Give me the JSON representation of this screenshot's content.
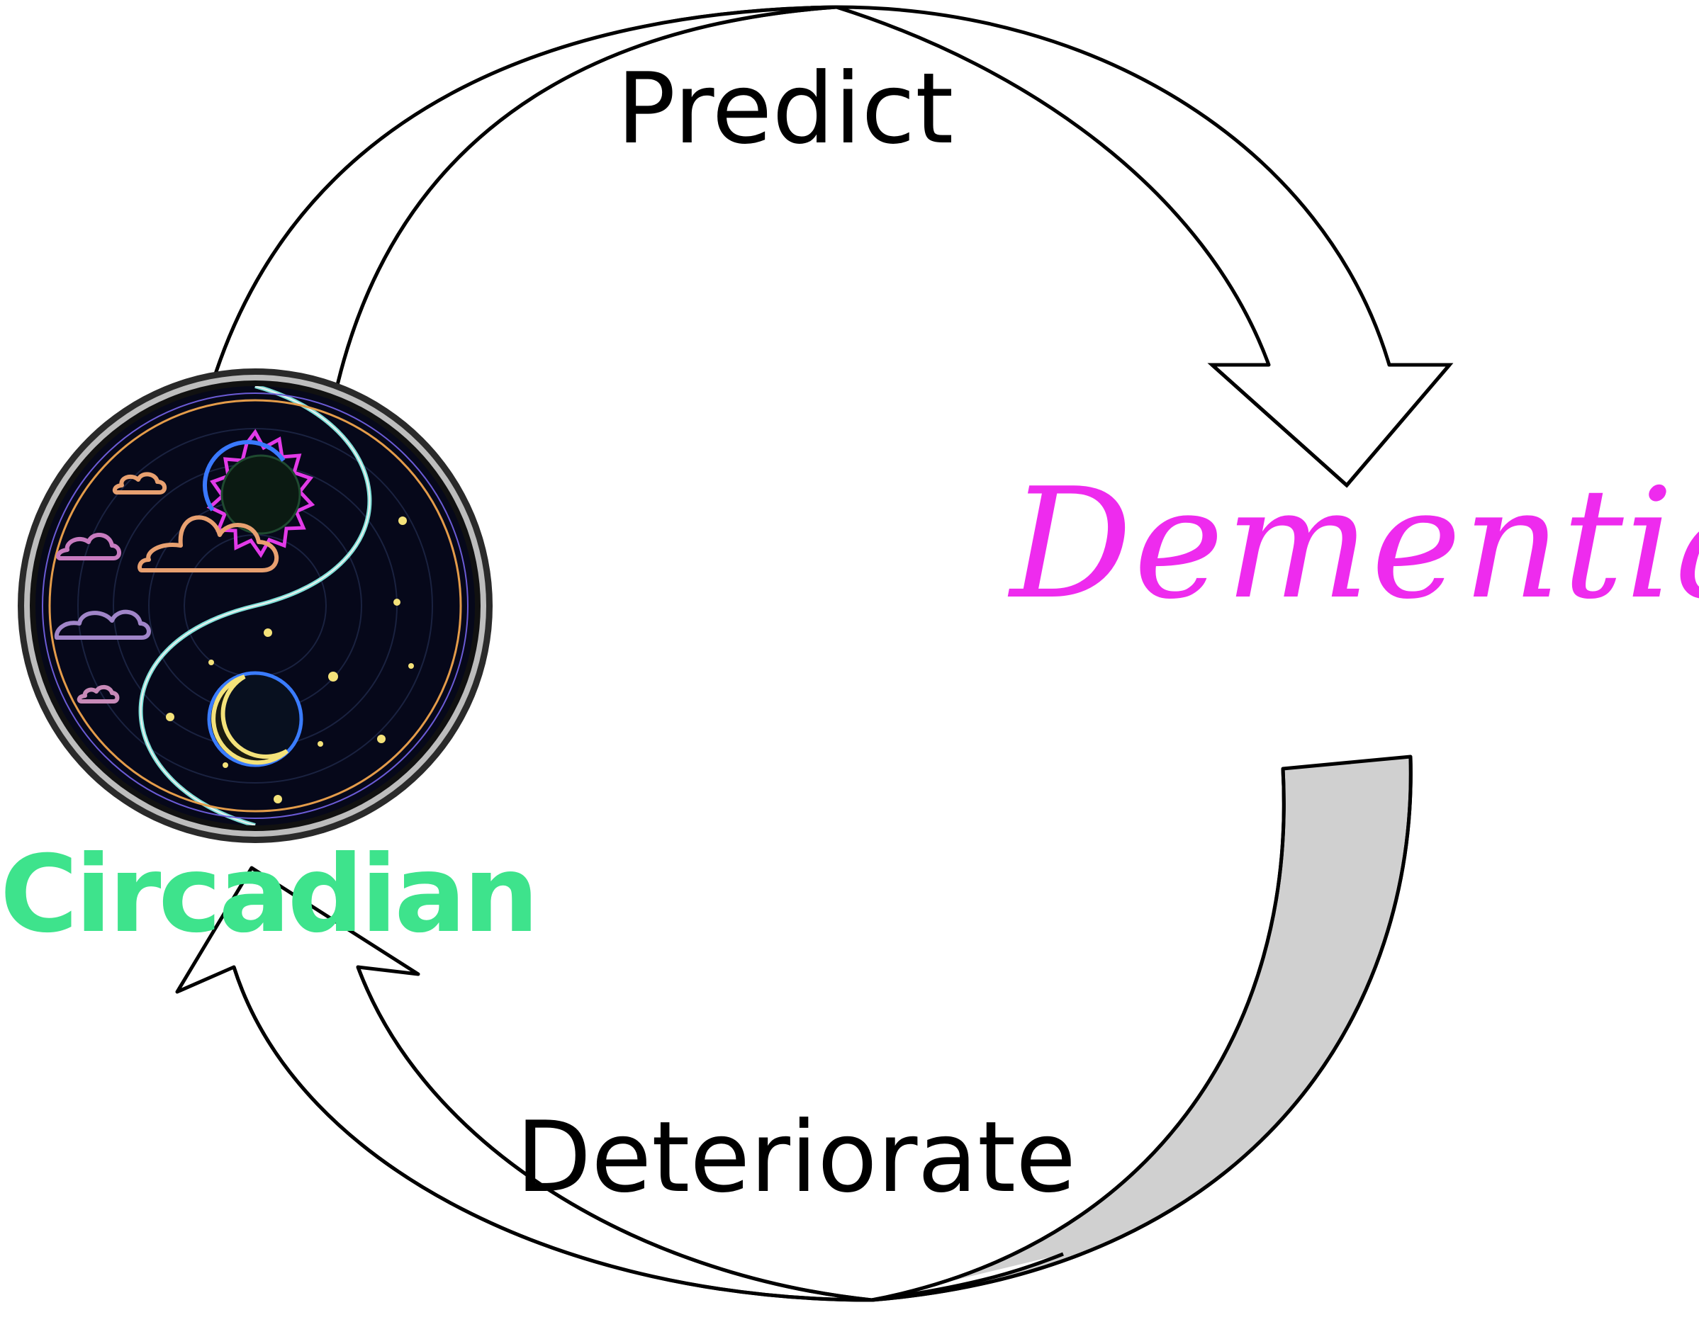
{
  "diagram": {
    "top_arrow_label": "Predict",
    "bottom_arrow_label": "Deteriorate",
    "right_node_label": "Dementia",
    "left_node_label": "Circadian",
    "colors": {
      "arrow_inner": "#d0d0d0",
      "arrow_outer": "#ffffff",
      "arrow_stroke": "#000000",
      "dementia": "#ee2bee",
      "circadian": "#3ee38c",
      "icon_bg": "#06081a",
      "sun": "#e23ae8",
      "moon": "#f4e27a",
      "cloud": "#e8a070",
      "divider": "#7fe0d8"
    },
    "icons": [
      "yin-yang-day-night-icon",
      "sun-icon",
      "moon-icon",
      "cloud-icon",
      "star-icon"
    ]
  }
}
